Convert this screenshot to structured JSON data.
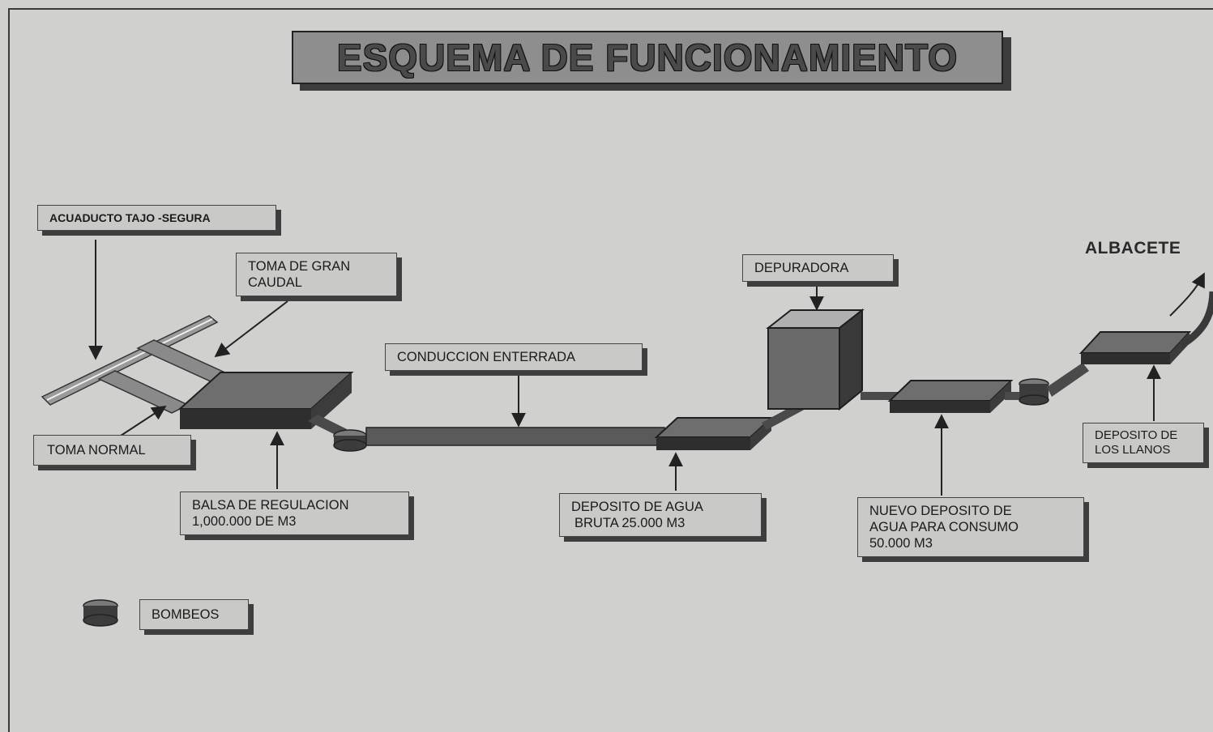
{
  "title": "ESQUEMA DE FUNCIONAMIENTO",
  "labels": {
    "acueducto": "ACUADUCTO TAJO -SEGURA",
    "toma_gran_caudal": [
      "TOMA DE GRAN",
      "CAUDAL"
    ],
    "toma_normal": "TOMA NORMAL",
    "balsa": [
      "BALSA DE REGULACION",
      "1,000.000 DE M3"
    ],
    "conduccion": "CONDUCCION ENTERRADA",
    "deposito_bruta": [
      "DEPOSITO DE AGUA",
      "BRUTA 25.000 M3"
    ],
    "depuradora": "DEPURADORA",
    "nuevo_deposito": [
      "NUEVO DEPOSITO DE",
      "AGUA PARA CONSUMO",
      "50.000 M3"
    ],
    "deposito_llanos": [
      "DEPOSITO DE",
      "LOS LLANOS"
    ],
    "albacete": "ALBACETE",
    "bombeos": "BOMBEOS"
  },
  "colors": {
    "background": "#d0d0ce",
    "tank_top": "#6e6e6e",
    "tank_side": "#2e2e2e",
    "pipe": "#4a4a4a",
    "label_bg": "#c9c9c7",
    "shadow": "#3e3e3e"
  }
}
